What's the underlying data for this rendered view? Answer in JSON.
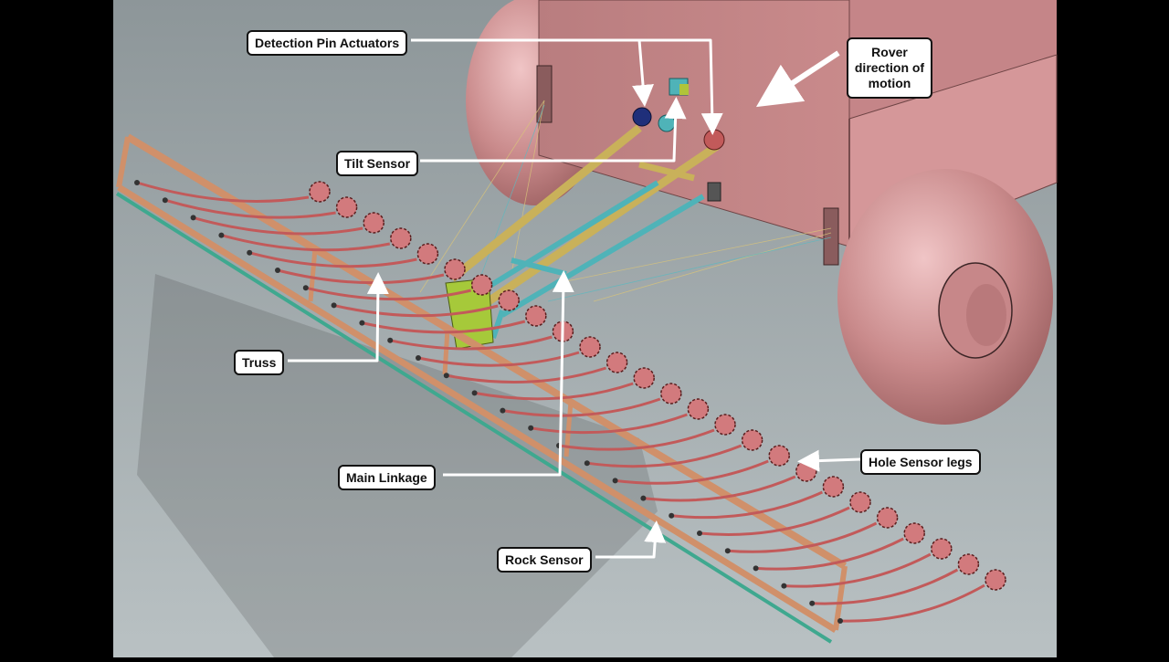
{
  "labels": {
    "detection_pin_actuators": "Detection Pin Actuators",
    "rover_direction": "Rover direction of motion",
    "tilt_sensor": "Tilt Sensor",
    "truss": "Truss",
    "main_linkage": "Main Linkage",
    "hole_sensor_legs": "Hole Sensor legs",
    "rock_sensor": "Rock Sensor"
  },
  "colors": {
    "rover_body": "#c98a8b",
    "background": "#a9b1b4",
    "truss": "#d0906a",
    "legs": "#c25a5a",
    "linkage_yellow": "#c9b15a",
    "linkage_cyan": "#4fb3b8",
    "rock_sensor": "#3fa88f",
    "mount_green": "#a6c93a"
  }
}
